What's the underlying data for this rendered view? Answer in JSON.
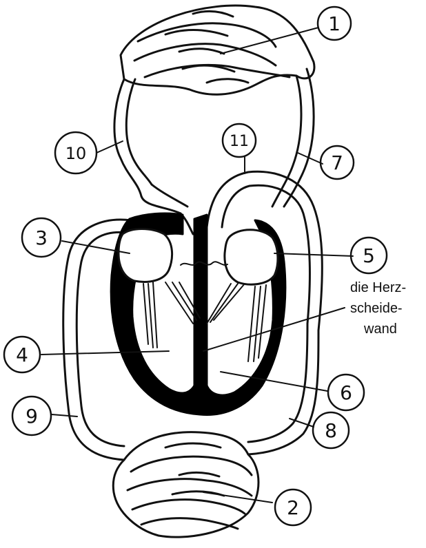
{
  "colors": {
    "line": "#111111",
    "muscle": "#000000",
    "background": "#ffffff"
  },
  "numbers": {
    "n1": "1",
    "n2": "2",
    "n3": "3",
    "n4": "4",
    "n5": "5",
    "n6": "6",
    "n7": "7",
    "n8": "8",
    "n9": "9",
    "n10": "10",
    "n11": "11"
  },
  "septum_label": {
    "line1": "die Herz-",
    "line2": "scheide-",
    "line3": "wand"
  }
}
